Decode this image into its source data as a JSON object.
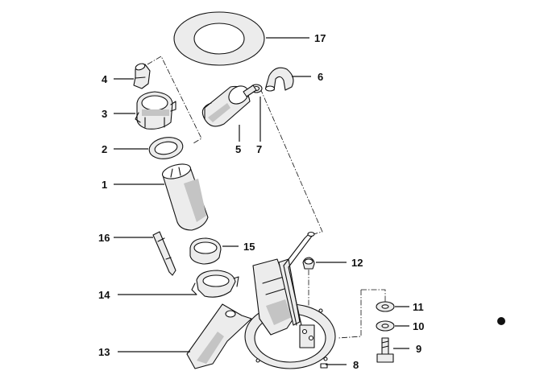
{
  "figure": {
    "title": "",
    "callouts": [
      {
        "id": "17",
        "label": "17"
      },
      {
        "id": "4",
        "label": "4"
      },
      {
        "id": "6",
        "label": "6"
      },
      {
        "id": "3",
        "label": "3"
      },
      {
        "id": "2",
        "label": "2"
      },
      {
        "id": "5",
        "label": "5"
      },
      {
        "id": "7",
        "label": "7"
      },
      {
        "id": "1",
        "label": "1"
      },
      {
        "id": "16",
        "label": "16"
      },
      {
        "id": "15",
        "label": "15"
      },
      {
        "id": "12",
        "label": "12"
      },
      {
        "id": "14",
        "label": "14"
      },
      {
        "id": "11",
        "label": "11"
      },
      {
        "id": "10",
        "label": "10"
      },
      {
        "id": "9",
        "label": "9"
      },
      {
        "id": "13",
        "label": "13"
      },
      {
        "id": "8",
        "label": "8"
      }
    ]
  },
  "colors": {
    "line": "#111111",
    "fill": "#ececec",
    "shade": "#c4c4c4",
    "background": "#ffffff"
  }
}
